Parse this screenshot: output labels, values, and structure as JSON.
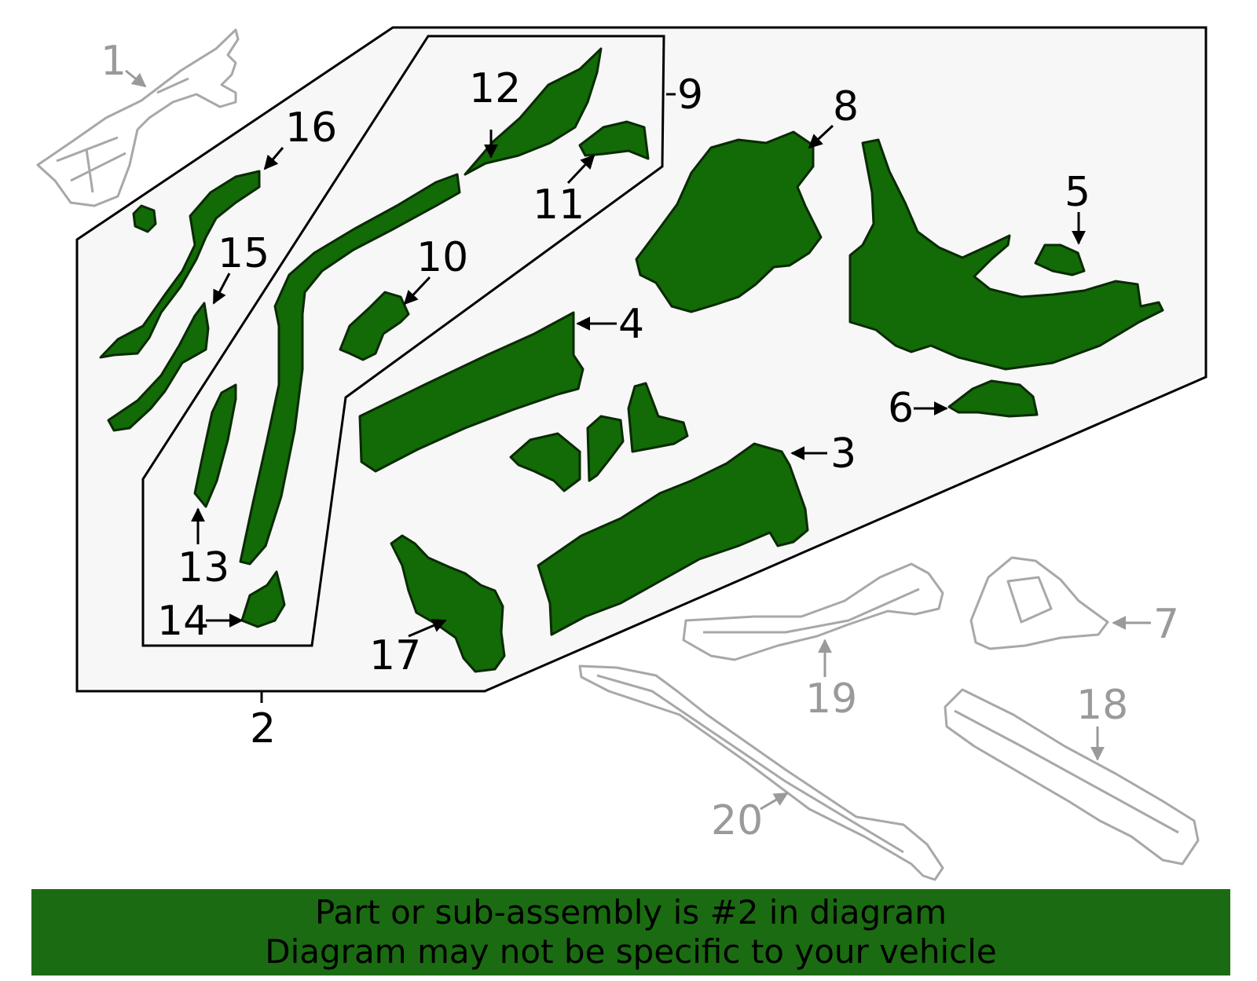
{
  "colors": {
    "highlight_fill": "#126b06",
    "part_outline": "#0a2a05",
    "active_text": "#000000",
    "inactive_text": "#9a9a9a",
    "inactive_part": "#a8a8a8",
    "panel_fill": "#f7f7f7",
    "banner_bg": "#1b6b12"
  },
  "callouts": [
    {
      "id": "1",
      "label": "1",
      "state": "inactive"
    },
    {
      "id": "2",
      "label": "2",
      "state": "active"
    },
    {
      "id": "3",
      "label": "3",
      "state": "active"
    },
    {
      "id": "4",
      "label": "4",
      "state": "active"
    },
    {
      "id": "5",
      "label": "5",
      "state": "active"
    },
    {
      "id": "6",
      "label": "6",
      "state": "active"
    },
    {
      "id": "7",
      "label": "7",
      "state": "inactive"
    },
    {
      "id": "8",
      "label": "8",
      "state": "active"
    },
    {
      "id": "9",
      "label": "9",
      "state": "active"
    },
    {
      "id": "10",
      "label": "10",
      "state": "active"
    },
    {
      "id": "11",
      "label": "11",
      "state": "active"
    },
    {
      "id": "12",
      "label": "12",
      "state": "active"
    },
    {
      "id": "13",
      "label": "13",
      "state": "active"
    },
    {
      "id": "14",
      "label": "14",
      "state": "active"
    },
    {
      "id": "15",
      "label": "15",
      "state": "active"
    },
    {
      "id": "16",
      "label": "16",
      "state": "active"
    },
    {
      "id": "17",
      "label": "17",
      "state": "active"
    },
    {
      "id": "18",
      "label": "18",
      "state": "inactive"
    },
    {
      "id": "19",
      "label": "19",
      "state": "inactive"
    },
    {
      "id": "20",
      "label": "20",
      "state": "inactive"
    }
  ],
  "banner": {
    "line1": "Part or sub-assembly is #2 in diagram",
    "line2": "Diagram may not be specific to your vehicle"
  }
}
